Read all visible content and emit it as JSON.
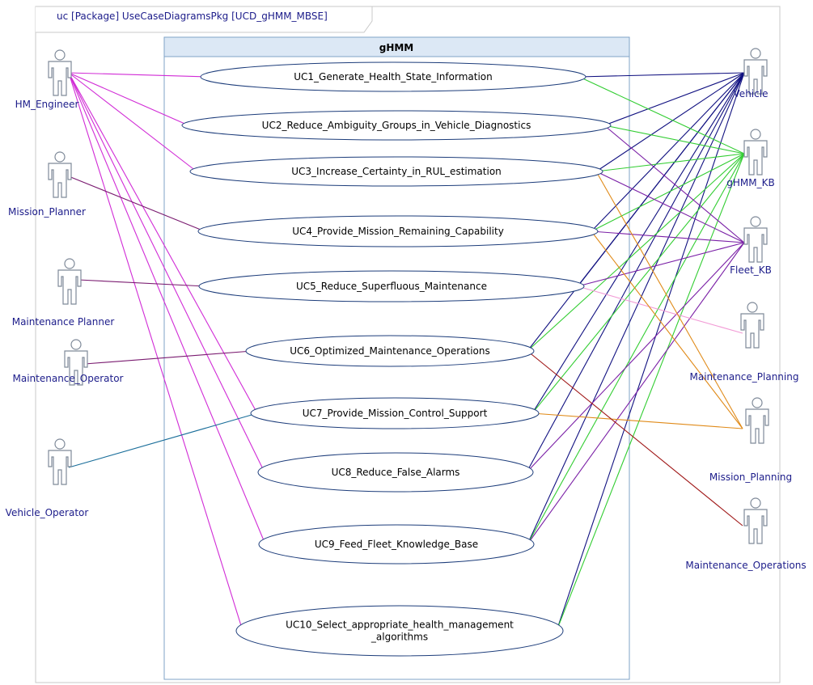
{
  "frame_label": "uc [Package] UseCaseDiagramsPkg [UCD_gHMM_MBSE]",
  "system": {
    "name": "gHMM"
  },
  "colors": {
    "frame_border": "#c8c8c8",
    "boundary_border": "#7fa3c7",
    "header_fill": "#dce8f5",
    "actor_stroke": "#7f8a99",
    "label_text": "#1c1c8a",
    "usecase_text": "#000000",
    "magenta": "#d12bd6",
    "purple": "#7a1b70",
    "teal": "#1a6e9a",
    "navy": "#101080",
    "green": "#32cd32",
    "violet": "#7a1fa6",
    "orange": "#e08a18",
    "pink": "#f29bd6",
    "darkred": "#a01818"
  },
  "actors_left": [
    {
      "id": "hm_engineer",
      "label": "HM_Engineer"
    },
    {
      "id": "mission_planner",
      "label": "Mission_Planner"
    },
    {
      "id": "maintenance_planner",
      "label": "Maintenance Planner"
    },
    {
      "id": "maintenance_operator",
      "label": "Maintenance_Operator"
    },
    {
      "id": "vehicle_operator",
      "label": "Vehicle_Operator"
    }
  ],
  "actors_right": [
    {
      "id": "vehicle",
      "label": "Vehicle"
    },
    {
      "id": "ghmm_kb",
      "label": "gHMM_KB"
    },
    {
      "id": "fleet_kb",
      "label": "Fleet_KB"
    },
    {
      "id": "maintenance_planning",
      "label": "Maintenance_Planning"
    },
    {
      "id": "mission_planning",
      "label": "Mission_Planning"
    },
    {
      "id": "maintenance_operations",
      "label": "Maintenance_Operations"
    }
  ],
  "use_cases": [
    {
      "id": "uc1",
      "lines": [
        "UC1_Generate_Health_State_Information"
      ]
    },
    {
      "id": "uc2",
      "lines": [
        "UC2_Reduce_Ambiguity_Groups_in_Vehicle_Diagnostics"
      ]
    },
    {
      "id": "uc3",
      "lines": [
        "UC3_Increase_Certainty_in_RUL_estimation"
      ]
    },
    {
      "id": "uc4",
      "lines": [
        "UC4_Provide_Mission_Remaining_Capability"
      ]
    },
    {
      "id": "uc5",
      "lines": [
        "UC5_Reduce_Superfluous_Maintenance"
      ]
    },
    {
      "id": "uc6",
      "lines": [
        "UC6_Optimized_Maintenance_Operations"
      ]
    },
    {
      "id": "uc7",
      "lines": [
        "UC7_Provide_Mission_Control_Support"
      ]
    },
    {
      "id": "uc8",
      "lines": [
        "UC8_Reduce_False_Alarms"
      ]
    },
    {
      "id": "uc9",
      "lines": [
        "UC9_Feed_Fleet_Knowledge_Base"
      ]
    },
    {
      "id": "uc10",
      "lines": [
        "UC10_Select_appropriate_health_management",
        "_algorithms"
      ]
    }
  ],
  "associations": [
    {
      "actor": "hm_engineer",
      "use_case": "uc1",
      "color": "magenta"
    },
    {
      "actor": "hm_engineer",
      "use_case": "uc2",
      "color": "magenta"
    },
    {
      "actor": "hm_engineer",
      "use_case": "uc3",
      "color": "magenta"
    },
    {
      "actor": "hm_engineer",
      "use_case": "uc7",
      "color": "magenta"
    },
    {
      "actor": "hm_engineer",
      "use_case": "uc8",
      "color": "magenta"
    },
    {
      "actor": "hm_engineer",
      "use_case": "uc9",
      "color": "magenta"
    },
    {
      "actor": "hm_engineer",
      "use_case": "uc10",
      "color": "magenta"
    },
    {
      "actor": "mission_planner",
      "use_case": "uc4",
      "color": "purple"
    },
    {
      "actor": "maintenance_planner",
      "use_case": "uc5",
      "color": "purple"
    },
    {
      "actor": "maintenance_operator",
      "use_case": "uc6",
      "color": "purple"
    },
    {
      "actor": "vehicle_operator",
      "use_case": "uc7",
      "color": "teal"
    },
    {
      "actor": "vehicle",
      "use_case": "uc1",
      "color": "navy"
    },
    {
      "actor": "vehicle",
      "use_case": "uc2",
      "color": "navy"
    },
    {
      "actor": "vehicle",
      "use_case": "uc3",
      "color": "navy"
    },
    {
      "actor": "vehicle",
      "use_case": "uc4",
      "color": "navy"
    },
    {
      "actor": "vehicle",
      "use_case": "uc5",
      "color": "navy"
    },
    {
      "actor": "vehicle",
      "use_case": "uc6",
      "color": "navy"
    },
    {
      "actor": "vehicle",
      "use_case": "uc7",
      "color": "navy"
    },
    {
      "actor": "vehicle",
      "use_case": "uc8",
      "color": "navy"
    },
    {
      "actor": "vehicle",
      "use_case": "uc9",
      "color": "navy"
    },
    {
      "actor": "vehicle",
      "use_case": "uc10",
      "color": "navy"
    },
    {
      "actor": "ghmm_kb",
      "use_case": "uc1",
      "color": "green"
    },
    {
      "actor": "ghmm_kb",
      "use_case": "uc2",
      "color": "green"
    },
    {
      "actor": "ghmm_kb",
      "use_case": "uc3",
      "color": "green"
    },
    {
      "actor": "ghmm_kb",
      "use_case": "uc4",
      "color": "green"
    },
    {
      "actor": "ghmm_kb",
      "use_case": "uc6",
      "color": "green"
    },
    {
      "actor": "ghmm_kb",
      "use_case": "uc7",
      "color": "green"
    },
    {
      "actor": "ghmm_kb",
      "use_case": "uc9",
      "color": "green"
    },
    {
      "actor": "ghmm_kb",
      "use_case": "uc10",
      "color": "green"
    },
    {
      "actor": "fleet_kb",
      "use_case": "uc2",
      "color": "violet"
    },
    {
      "actor": "fleet_kb",
      "use_case": "uc3",
      "color": "violet"
    },
    {
      "actor": "fleet_kb",
      "use_case": "uc4",
      "color": "violet"
    },
    {
      "actor": "fleet_kb",
      "use_case": "uc5",
      "color": "violet"
    },
    {
      "actor": "fleet_kb",
      "use_case": "uc8",
      "color": "violet"
    },
    {
      "actor": "fleet_kb",
      "use_case": "uc9",
      "color": "violet"
    },
    {
      "actor": "maintenance_planning",
      "use_case": "uc5",
      "color": "pink"
    },
    {
      "actor": "mission_planning",
      "use_case": "uc3",
      "color": "orange"
    },
    {
      "actor": "mission_planning",
      "use_case": "uc4",
      "color": "orange"
    },
    {
      "actor": "mission_planning",
      "use_case": "uc7",
      "color": "orange"
    },
    {
      "actor": "maintenance_operations",
      "use_case": "uc6",
      "color": "darkred"
    }
  ]
}
